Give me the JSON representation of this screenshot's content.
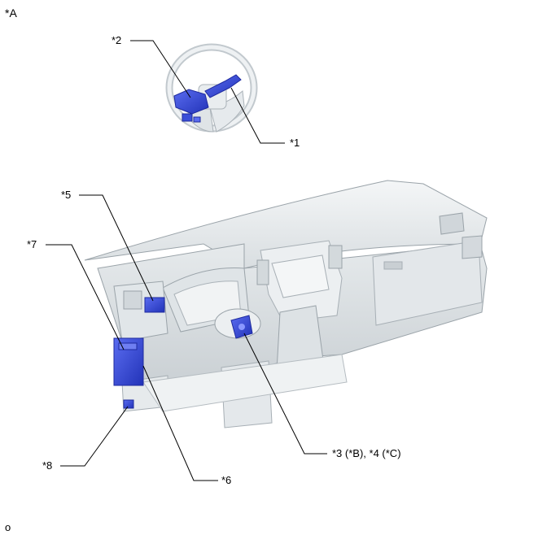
{
  "corner_label": "*A",
  "footer_mark": "o",
  "callouts": {
    "c1": "*1",
    "c2": "*2",
    "c3": "*3 (*B), *4 (*C)",
    "c5": "*5",
    "c6": "*6",
    "c7": "*7",
    "c8": "*8"
  },
  "colors": {
    "component": "#3b4fd8",
    "component_dark": "#1e2a9e",
    "panel": "#e9ecee",
    "panel_shade": "#cfd5d9",
    "outline": "#9aa3a9",
    "leader": "#000000"
  }
}
